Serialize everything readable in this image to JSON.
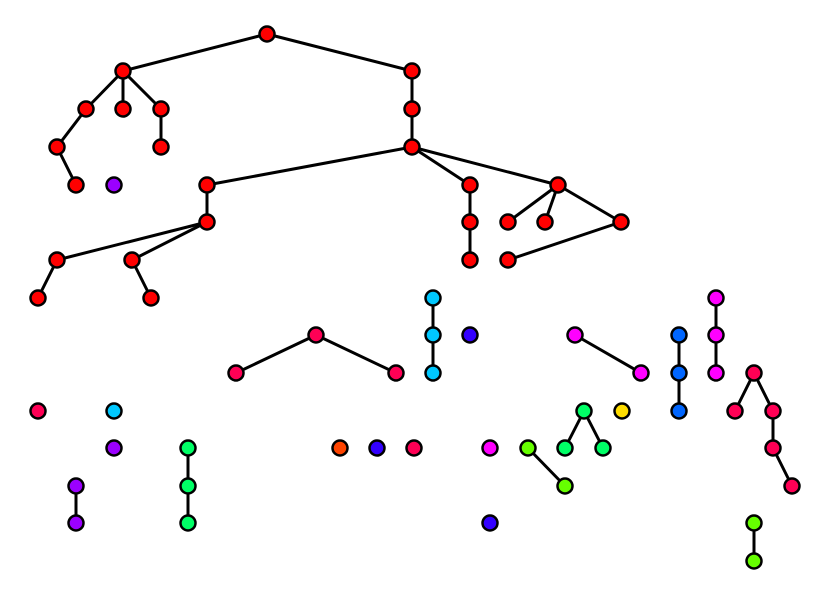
{
  "diagram": {
    "type": "forest",
    "palette": {
      "red": "#ff0000",
      "violet": "#9b00ff",
      "crimson": "#ff0055",
      "sky": "#00c8ff",
      "blue": "#0066ff",
      "indigo": "#3300ff",
      "magenta": "#ff00ff",
      "green": "#00ff66",
      "lime": "#66ff00",
      "gold": "#ffdd00",
      "orange": "#ff4400"
    },
    "nodes": [
      {
        "id": "r0",
        "color": "red"
      },
      {
        "id": "r1",
        "color": "red"
      },
      {
        "id": "r2",
        "color": "red"
      },
      {
        "id": "r3",
        "color": "red"
      },
      {
        "id": "r4",
        "color": "red"
      },
      {
        "id": "r5",
        "color": "red"
      },
      {
        "id": "r6",
        "color": "red"
      },
      {
        "id": "r7",
        "color": "red"
      },
      {
        "id": "r8",
        "color": "red"
      },
      {
        "id": "r9",
        "color": "red"
      },
      {
        "id": "r10",
        "color": "red"
      },
      {
        "id": "r11",
        "color": "red"
      },
      {
        "id": "r12",
        "color": "red"
      },
      {
        "id": "r13",
        "color": "red"
      },
      {
        "id": "r14",
        "color": "red"
      },
      {
        "id": "r15",
        "color": "red"
      },
      {
        "id": "r16",
        "color": "red"
      },
      {
        "id": "r17",
        "color": "red"
      },
      {
        "id": "r18",
        "color": "red"
      },
      {
        "id": "r19",
        "color": "red"
      },
      {
        "id": "r20",
        "color": "red"
      },
      {
        "id": "r21",
        "color": "red"
      },
      {
        "id": "r22",
        "color": "red"
      },
      {
        "id": "r23",
        "color": "red"
      },
      {
        "id": "r24",
        "color": "red"
      },
      {
        "id": "r25",
        "color": "red"
      },
      {
        "id": "v0",
        "color": "violet"
      },
      {
        "id": "c0",
        "color": "crimson"
      },
      {
        "id": "c1",
        "color": "crimson"
      },
      {
        "id": "c2",
        "color": "crimson"
      },
      {
        "id": "s0",
        "color": "sky"
      },
      {
        "id": "s1",
        "color": "sky"
      },
      {
        "id": "s2",
        "color": "sky"
      },
      {
        "id": "i0",
        "color": "indigo"
      },
      {
        "id": "m0",
        "color": "magenta"
      },
      {
        "id": "m1",
        "color": "magenta"
      },
      {
        "id": "b0",
        "color": "blue"
      },
      {
        "id": "b1",
        "color": "blue"
      },
      {
        "id": "b2",
        "color": "blue"
      },
      {
        "id": "m2",
        "color": "magenta"
      },
      {
        "id": "m3",
        "color": "magenta"
      },
      {
        "id": "m4",
        "color": "magenta"
      },
      {
        "id": "k0",
        "color": "crimson"
      },
      {
        "id": "k1",
        "color": "crimson"
      },
      {
        "id": "k2",
        "color": "crimson"
      },
      {
        "id": "k3",
        "color": "crimson"
      },
      {
        "id": "k4",
        "color": "crimson"
      },
      {
        "id": "c3",
        "color": "crimson"
      },
      {
        "id": "s3",
        "color": "sky"
      },
      {
        "id": "v1",
        "color": "violet"
      },
      {
        "id": "g0",
        "color": "green"
      },
      {
        "id": "g1",
        "color": "green"
      },
      {
        "id": "g2",
        "color": "green"
      },
      {
        "id": "o0",
        "color": "orange"
      },
      {
        "id": "i1",
        "color": "indigo"
      },
      {
        "id": "c4",
        "color": "crimson"
      },
      {
        "id": "m5",
        "color": "magenta"
      },
      {
        "id": "l0",
        "color": "lime"
      },
      {
        "id": "l1",
        "color": "lime"
      },
      {
        "id": "g3",
        "color": "green"
      },
      {
        "id": "g4",
        "color": "green"
      },
      {
        "id": "g5",
        "color": "green"
      },
      {
        "id": "y0",
        "color": "gold"
      },
      {
        "id": "v2",
        "color": "violet"
      },
      {
        "id": "v3",
        "color": "violet"
      },
      {
        "id": "i2",
        "color": "indigo"
      },
      {
        "id": "l2",
        "color": "lime"
      },
      {
        "id": "l3",
        "color": "lime"
      }
    ],
    "edges": [
      [
        "r0",
        "r1"
      ],
      [
        "r0",
        "r2"
      ],
      [
        "r1",
        "r3"
      ],
      [
        "r1",
        "r4"
      ],
      [
        "r1",
        "r5"
      ],
      [
        "r3",
        "r6"
      ],
      [
        "r6",
        "r7"
      ],
      [
        "r5",
        "r8"
      ],
      [
        "r2",
        "r9"
      ],
      [
        "r9",
        "r10"
      ],
      [
        "r10",
        "r11"
      ],
      [
        "r10",
        "r12"
      ],
      [
        "r10",
        "r13"
      ],
      [
        "r11",
        "r14"
      ],
      [
        "r14",
        "r15"
      ],
      [
        "r14",
        "r16"
      ],
      [
        "r15",
        "r17"
      ],
      [
        "r16",
        "r18"
      ],
      [
        "r12",
        "r19"
      ],
      [
        "r19",
        "r20"
      ],
      [
        "r13",
        "r21"
      ],
      [
        "r13",
        "r22"
      ],
      [
        "r13",
        "r23"
      ],
      [
        "r23",
        "r24"
      ],
      [
        "c0",
        "c1"
      ],
      [
        "c0",
        "c2"
      ],
      [
        "s0",
        "s1"
      ],
      [
        "s1",
        "s2"
      ],
      [
        "m0",
        "m1"
      ],
      [
        "b0",
        "b1"
      ],
      [
        "b1",
        "b2"
      ],
      [
        "m2",
        "m3"
      ],
      [
        "m3",
        "m4"
      ],
      [
        "k0",
        "k1"
      ],
      [
        "k0",
        "k2"
      ],
      [
        "k2",
        "k3"
      ],
      [
        "k3",
        "k4"
      ],
      [
        "g0",
        "g1"
      ],
      [
        "g1",
        "g2"
      ],
      [
        "l0",
        "l1"
      ],
      [
        "g3",
        "g4"
      ],
      [
        "g3",
        "g5"
      ],
      [
        "v2",
        "v3"
      ],
      [
        "l2",
        "l3"
      ]
    ]
  }
}
